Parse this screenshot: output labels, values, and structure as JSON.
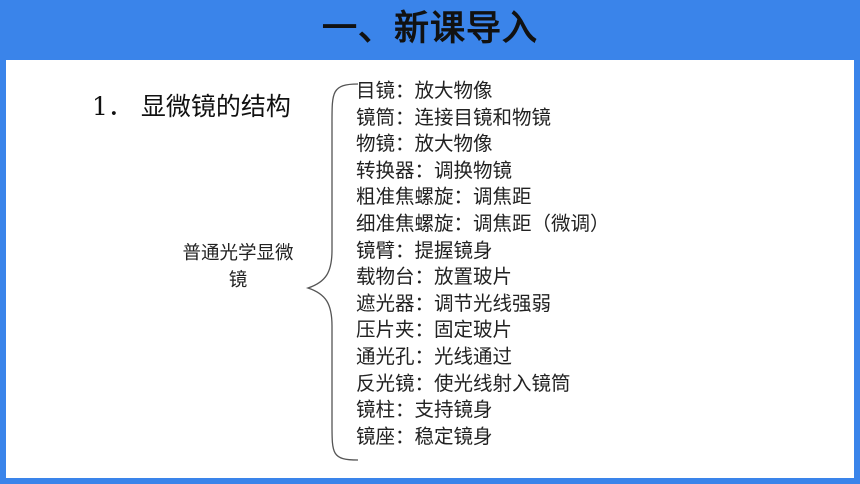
{
  "slide": {
    "title": "一、新课导入",
    "heading": {
      "number": "1．",
      "text": "显微镜的结构"
    },
    "subject": "普通光学显微镜",
    "items": [
      "目镜：放大物像",
      "镜筒：连接目镜和物镜",
      "物镜：放大物像",
      "转换器：调换物镜",
      "粗准焦螺旋：调焦距",
      "细准焦螺旋：调焦距（微调）",
      "镜臂：提握镜身",
      "载物台：放置玻片",
      "遮光器：调节光线强弱",
      "压片夹：固定玻片",
      "通光孔：光线通过",
      "反光镜：使光线射入镜筒",
      "镜柱：支持镜身",
      "镜座：稳定镜身"
    ]
  },
  "colors": {
    "background": "#3a84ea",
    "panel": "#ffffff",
    "text": "#111111"
  }
}
